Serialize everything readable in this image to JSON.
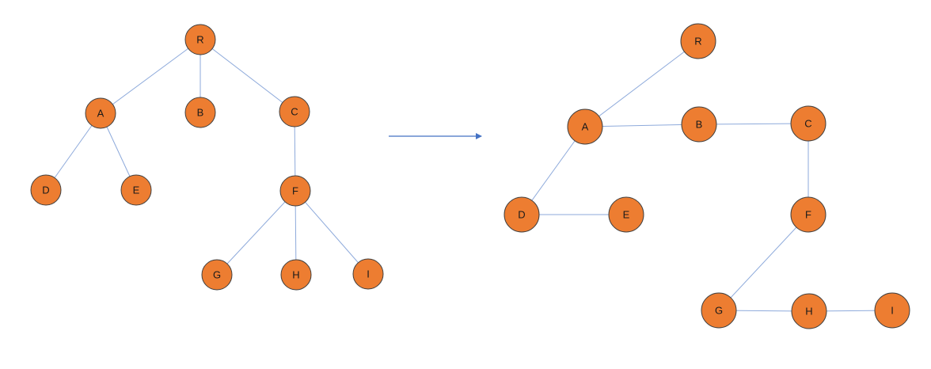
{
  "colors": {
    "node_fill": "#ed7d31",
    "node_stroke": "#404040",
    "edge": "#8eaadb",
    "arrow": "#4472c4"
  },
  "left_tree": {
    "nodes": [
      {
        "id": "R",
        "label": "R"
      },
      {
        "id": "A",
        "label": "A"
      },
      {
        "id": "B",
        "label": "B"
      },
      {
        "id": "C",
        "label": "C"
      },
      {
        "id": "D",
        "label": "D"
      },
      {
        "id": "E",
        "label": "E"
      },
      {
        "id": "F",
        "label": "F"
      },
      {
        "id": "G",
        "label": "G"
      },
      {
        "id": "H",
        "label": "H"
      },
      {
        "id": "I",
        "label": "I"
      }
    ],
    "edges": [
      [
        "R",
        "A"
      ],
      [
        "R",
        "B"
      ],
      [
        "R",
        "C"
      ],
      [
        "A",
        "D"
      ],
      [
        "A",
        "E"
      ],
      [
        "C",
        "F"
      ],
      [
        "F",
        "G"
      ],
      [
        "F",
        "H"
      ],
      [
        "F",
        "I"
      ]
    ]
  },
  "right_tree": {
    "nodes": [
      {
        "id": "R",
        "label": "R"
      },
      {
        "id": "A",
        "label": "A"
      },
      {
        "id": "B",
        "label": "B"
      },
      {
        "id": "C",
        "label": "C"
      },
      {
        "id": "D",
        "label": "D"
      },
      {
        "id": "E",
        "label": "E"
      },
      {
        "id": "F",
        "label": "F"
      },
      {
        "id": "G",
        "label": "G"
      },
      {
        "id": "H",
        "label": "H"
      },
      {
        "id": "I",
        "label": "I"
      }
    ],
    "edges": [
      [
        "R",
        "A"
      ],
      [
        "A",
        "B"
      ],
      [
        "B",
        "C"
      ],
      [
        "A",
        "D"
      ],
      [
        "D",
        "E"
      ],
      [
        "C",
        "F"
      ],
      [
        "F",
        "G"
      ],
      [
        "G",
        "H"
      ],
      [
        "H",
        "I"
      ]
    ]
  }
}
